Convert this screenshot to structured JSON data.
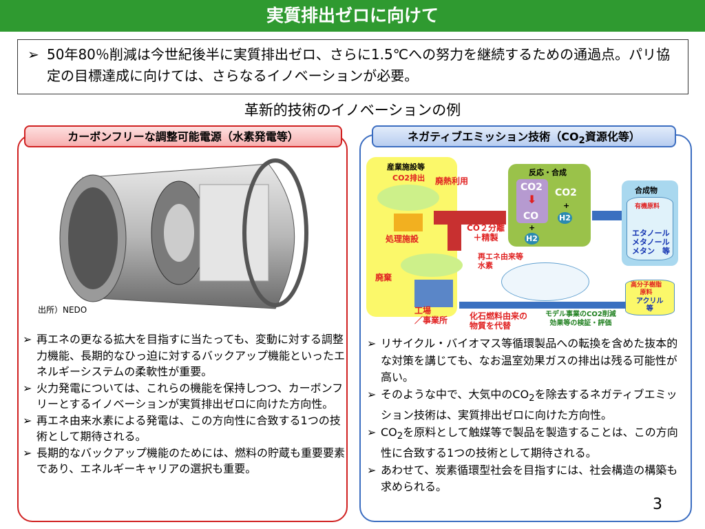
{
  "title": "実質排出ゼロに向けて",
  "summary": {
    "bullet": "➢",
    "text": "50年80％削減は今世紀後半に実質排出ゼロ、さらに1.5℃への努力を継続するための通過点。パリ協定の目標達成に向けては、さらなるイノベーションが必要。"
  },
  "subtitle": "革新的技術のイノベーションの例",
  "left": {
    "label": "カーボンフリーな調整可能電源（水素発電等）",
    "source": "出所）NEDO",
    "bullets": [
      "再エネの更なる拡大を目指すに当たっても、変動に対する調整力機能、長期的なひっ迫に対するバックアップ機能といったエネルギーシステムの柔軟性が重要。",
      "火力発電については、これらの機能を保持しつつ、カーボンフリーとするイノベーションが実質排出ゼロに向けた方向性。",
      "再エネ由来水素による発電は、この方向性に合致する1つの技術として期待される。",
      "長期的なバックアップ機能のためには、燃料の貯蔵も重要要素であり、エネルギーキャリアの選択も重要。"
    ]
  },
  "right": {
    "label_pre": "ネガティブエミッション技術（CO",
    "label_sub": "2",
    "label_post": "資源化等）",
    "bullets": [
      {
        "pre": "リサイクル・バイオマス等循環製品への転換を含めた抜本的な対策を講じても、なお温室効果ガスの排出は残る可能性が高い。",
        "sub": "",
        "post": ""
      },
      {
        "pre": "そのような中で、大気中のCO",
        "sub": "2",
        "post": "を除去するネガティブエミッション技術は、実質排出ゼロに向けた方向性。"
      },
      {
        "pre": "CO",
        "sub": "2",
        "post": "を原料として触媒等で製品を製造することは、この方向性に合致する1つの技術として期待される。"
      },
      {
        "pre": "あわせて、炭素循環型社会を目指すには、社会構造の構築も求められる。",
        "sub": "",
        "post": ""
      }
    ],
    "diagram": {
      "industrial": "産業施設等",
      "co2_emission": "CO2排出",
      "waste_heat": "廃熱利用",
      "treatment": "処理施設",
      "disposal": "廃棄",
      "factory": "工場\n／事業所",
      "separation": "CO２分離\n＋精製",
      "reaction": "反応・合成",
      "co2": "CO2",
      "co": "CO",
      "h2": "H2",
      "plus": "+",
      "renewable_h2": "再エネ由来等\n水素",
      "products": "合成物",
      "organic": "有機原料",
      "products_list": "エタノール\nメタノール\nメタン　等",
      "polymer": "高分子樹脂\n原料",
      "acryl": "アクリル\n等",
      "replace": "化石燃料由来の\n物質を代替",
      "model": "モデル事業のCO2削減\n効果等の検証・評価"
    }
  },
  "page_number": "3",
  "bullet_mark": "➢"
}
